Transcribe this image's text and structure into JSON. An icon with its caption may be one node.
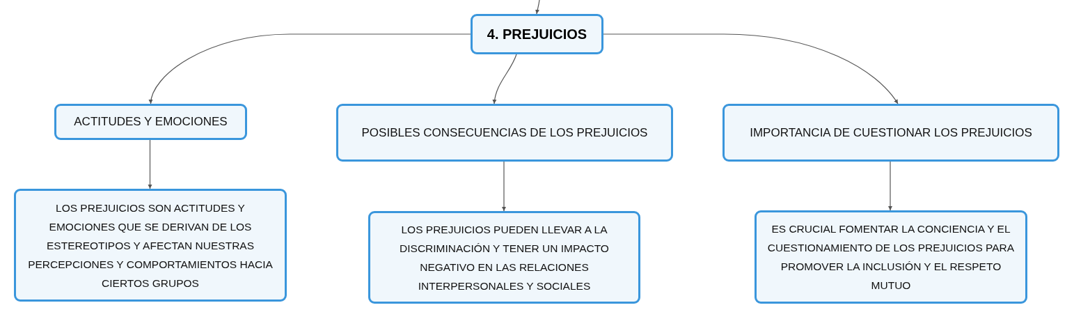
{
  "diagram": {
    "nodes": [
      {
        "text": [
          "4. PREJUICIOS"
        ]
      },
      {
        "text": [
          "ACTITUDES Y EMOCIONES"
        ]
      },
      {
        "text": [
          "POSIBLES CONSECUENCIAS DE LOS PREJUICIOS"
        ]
      },
      {
        "text": [
          "IMPORTANCIA DE CUESTIONAR LOS PREJUICIOS"
        ]
      },
      {
        "text": [
          "LOS PREJUICIOS SON ACTITUDES Y EMOCIONES QUE SE DERIVAN DE LOS ESTEREOTIPOS Y AFECTAN NUESTRAS PERCEPCIONES Y COMPORTAMIENTOS HACIA CIERTOS GRUPOS"
        ]
      },
      {
        "text": [
          "LOS PREJUICIOS PUEDEN LLEVAR A LA DISCRIMINACIÓN Y TENER UN IMPACTO NEGATIVO EN LAS RELACIONES INTERPERSONALES Y SOCIALES"
        ]
      },
      {
        "text": [
          "ES CRUCIAL FOMENTAR LA CONCIENCIA Y EL CUESTIONAMIENTO DE LOS PREJUICIOS PARA PROMOVER LA INCLUSIÓN Y EL RESPETO MUTUO"
        ]
      }
    ],
    "edges": [
      {
        "from": null,
        "to": 0,
        "arrow": "to"
      },
      {
        "from": 0,
        "to": 1,
        "arrow": "to"
      },
      {
        "from": 0,
        "to": 2,
        "arrow": "to"
      },
      {
        "from": 0,
        "to": 3,
        "arrow": "to"
      },
      {
        "from": 1,
        "to": 4,
        "arrow": "to"
      },
      {
        "from": 2,
        "to": 5,
        "arrow": "to"
      },
      {
        "from": 3,
        "to": 6,
        "arrow": "to"
      }
    ]
  }
}
